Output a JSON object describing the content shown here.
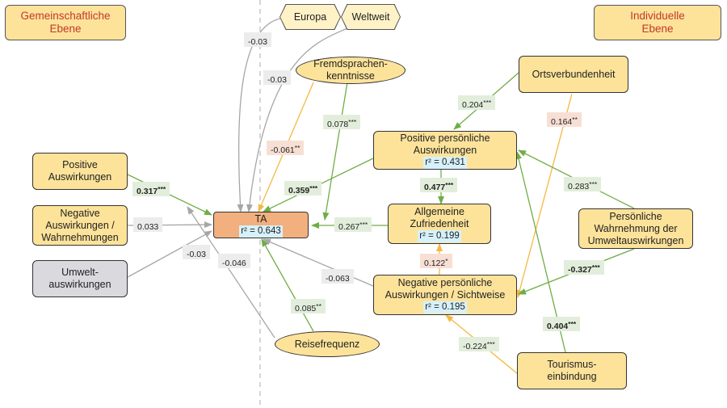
{
  "levels": {
    "collective": "Gemeinschaftliche\nEbene",
    "individual": "Individuelle\nEbene"
  },
  "nodes": {
    "europa": "Europa",
    "weltweit": "Weltweit",
    "fremdsprachen": "Fremdsprachen-\nkenntnisse",
    "ortsverbundenheit": "Ortsverbundenheit",
    "positive_auswirkungen": "Positive\nAuswirkungen",
    "negative_auswirkungen": "Negative\nAuswirkungen /\nWahrnehmungen",
    "umweltauswirkungen": "Umwelt-\nauswirkungen",
    "ta": {
      "label": "TA",
      "r2": "r² = 0.643"
    },
    "positive_persoenliche": {
      "label": "Positive persönliche\nAuswirkungen",
      "r2": "r² = 0.431"
    },
    "zufriedenheit": {
      "label": "Allgemeine\nZufriedenheit",
      "r2": "r² = 0.199"
    },
    "negative_persoenliche": {
      "label": "Negative persönliche\nAuswirkungen / Sichtweise",
      "r2": "r² = 0.195"
    },
    "wahrnehmung_umwelt": "Persönliche\nWahrnehmung der\nUmweltauswirkungen",
    "reisefrequenz": "Reisefrequenz",
    "tourismuseinbindung": "Tourismus-\neinbindung"
  },
  "paths": [
    {
      "from": "europa",
      "to": "ta",
      "coefficient": "-0.03",
      "stars": "",
      "significant": false
    },
    {
      "from": "weltweit",
      "to": "ta",
      "coefficient": "-0.03",
      "stars": "",
      "significant": false
    },
    {
      "from": "fremdsprachen",
      "to": "ta",
      "coefficient": "-0.061",
      "stars": "**",
      "significant": true
    },
    {
      "from": "fremdsprachen",
      "to": "zufriedenheit",
      "coefficient": "0.078",
      "stars": "***",
      "significant": true
    },
    {
      "from": "ortsverbundenheit",
      "to": "positive_persoenliche",
      "coefficient": "0.204",
      "stars": "***",
      "significant": true
    },
    {
      "from": "ortsverbundenheit",
      "to": "negative_persoenliche",
      "coefficient": "0.164",
      "stars": "**",
      "significant": true
    },
    {
      "from": "positive_auswirkungen",
      "to": "ta",
      "coefficient": "0.317",
      "stars": "***",
      "significant": true
    },
    {
      "from": "negative_auswirkungen",
      "to": "ta",
      "coefficient": "0.033",
      "stars": "",
      "significant": false
    },
    {
      "from": "umweltauswirkungen",
      "to": "ta",
      "coefficient": "-0.03",
      "stars": "",
      "significant": false
    },
    {
      "from": "reisefrequenz",
      "to": "ta",
      "coefficient": "-0.046",
      "stars": "",
      "significant": false
    },
    {
      "from": "positive_persoenliche",
      "to": "ta",
      "coefficient": "0.359",
      "stars": "***",
      "significant": true
    },
    {
      "from": "zufriedenheit",
      "to": "ta",
      "coefficient": "0.267",
      "stars": "***",
      "significant": true
    },
    {
      "from": "negative_persoenliche",
      "to": "ta",
      "coefficient": "-0.063",
      "stars": "",
      "significant": false
    },
    {
      "from": "positive_persoenliche",
      "to": "zufriedenheit",
      "coefficient": "0.477",
      "stars": "***",
      "significant": true
    },
    {
      "from": "negative_persoenliche",
      "to": "zufriedenheit",
      "coefficient": "0.122",
      "stars": "*",
      "significant": true
    },
    {
      "from": "wahrnehmung_umwelt",
      "to": "positive_persoenliche",
      "coefficient": "0.283",
      "stars": "***",
      "significant": true
    },
    {
      "from": "wahrnehmung_umwelt",
      "to": "negative_persoenliche",
      "coefficient": "-0.327",
      "stars": "***",
      "significant": true
    },
    {
      "from": "reisefrequenz",
      "to": "ta",
      "coefficient": "0.085",
      "stars": "**",
      "significant": true
    },
    {
      "from": "tourismuseinbindung",
      "to": "positive_persoenliche",
      "coefficient": "0.404",
      "stars": "***",
      "significant": true
    },
    {
      "from": "tourismuseinbindung",
      "to": "negative_persoenliche",
      "coefficient": "-0.224",
      "stars": "***",
      "significant": true
    }
  ],
  "colors": {
    "green": "#70ad47",
    "grey": "#a6a6a6",
    "orange": "#f4b940",
    "dashed": "#bbbbbb"
  }
}
